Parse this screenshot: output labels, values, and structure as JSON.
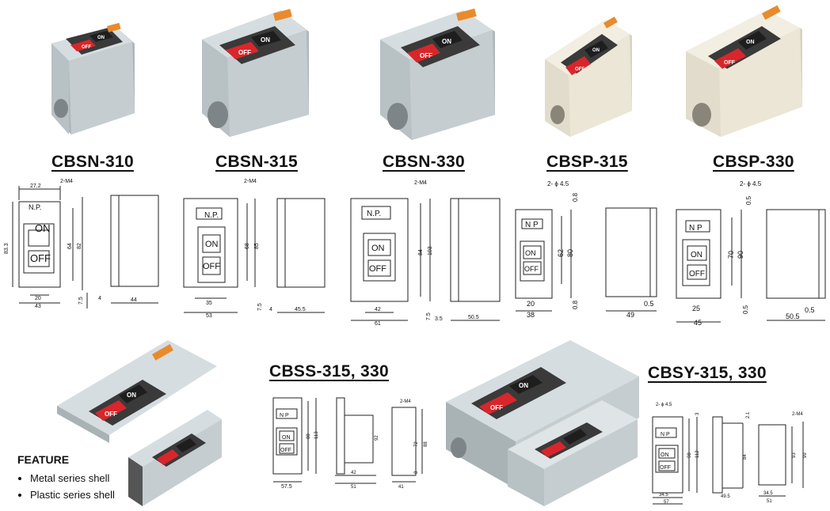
{
  "products": [
    {
      "model": "CBSN-310"
    },
    {
      "model": "CBSN-315"
    },
    {
      "model": "CBSN-330"
    },
    {
      "model": "CBSP-315"
    },
    {
      "model": "CBSP-330"
    },
    {
      "model": "CBSS-315, 330"
    },
    {
      "model": "CBSY-315, 330"
    }
  ],
  "button_labels": {
    "on": "ON",
    "off": "OFF"
  },
  "nameplate": {
    "np1": "N.P.",
    "np2": "N P"
  },
  "dims": {
    "cbsn310": {
      "d1": "27.2",
      "d2": "2-M4",
      "d3": "83.3",
      "d4": "64",
      "d5": "82",
      "d6": "20",
      "d7": "43",
      "d8": "7.5",
      "d9": "4",
      "d10": "44"
    },
    "cbsn315": {
      "d1": "2-M4",
      "d2": "68",
      "d3": "85",
      "d4": "35",
      "d5": "53",
      "d6": "7.5",
      "d7": "4",
      "d8": "45.5"
    },
    "cbsn330": {
      "d1": "2-M4",
      "d2": "84",
      "d3": "103",
      "d4": "42",
      "d5": "61",
      "d6": "7.5",
      "d7": "3.5",
      "d8": "50.5"
    },
    "cbsp315": {
      "d1": "2- ϕ 4.5",
      "d2": "0.8",
      "d3": "62",
      "d4": "80",
      "d5": "20",
      "d6": "38",
      "d7": "0.8",
      "d8": "0.5",
      "d9": "49"
    },
    "cbsp330": {
      "d1": "2- ϕ 4.5",
      "d2": "0.5",
      "d3": "70",
      "d4": "90",
      "d5": "25",
      "d6": "45",
      "d7": "0.5",
      "d8": "0.5",
      "d9": "50.5"
    },
    "cbss": {
      "d1": "2-M4",
      "d2": "88",
      "d3": "113",
      "d4": "57.5",
      "d5": "92",
      "d6": "42",
      "d7": "51",
      "d8": "72",
      "d9": "88",
      "d10": "41",
      "d11": "8"
    },
    "cbsy": {
      "d1": "2- ϕ 4.5",
      "d2": "3",
      "d3": "98",
      "d4": "112",
      "d5": "34.5",
      "d6": "57",
      "d7": "2.1",
      "d8": "84",
      "d9": "49.5",
      "d10": "2-M4",
      "d11": "93",
      "d12": "99",
      "d13": "34.5",
      "d14": "51"
    }
  },
  "feature": {
    "heading": "FEATURE",
    "items": [
      "Metal series shell",
      "Plastic series shell"
    ]
  },
  "colors": {
    "metal_shell": "#c5cdd0",
    "plastic_shell": "#ece6d6",
    "off_button": "#d9262b",
    "on_button": "#1e1e1e",
    "label_plate": "#e88b2c",
    "drawing_line": "#222222"
  }
}
